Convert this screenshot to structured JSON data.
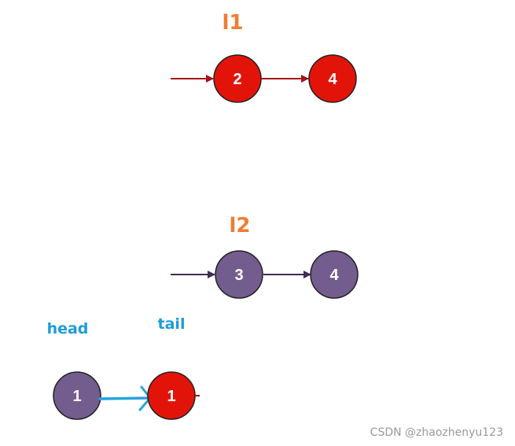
{
  "colors": {
    "red_node": "#e2140a",
    "purple_node": "#735c8e",
    "red_arrow": "#a31219",
    "purple_arrow": "#3f2d52",
    "list_label": "#f07d33",
    "pointer_label": "#1f9bd8",
    "pointer_arrow": "#27a3dc",
    "node_stroke": "#222222"
  },
  "lists": {
    "l1": {
      "label": "l1",
      "nodes": [
        "2",
        "4"
      ]
    },
    "l2": {
      "label": "l2",
      "nodes": [
        "3",
        "4"
      ]
    }
  },
  "merged": {
    "head_label": "head",
    "tail_label": "tail",
    "nodes": [
      "1",
      "1"
    ]
  },
  "watermark": "CSDN @zhaozhenyu123"
}
